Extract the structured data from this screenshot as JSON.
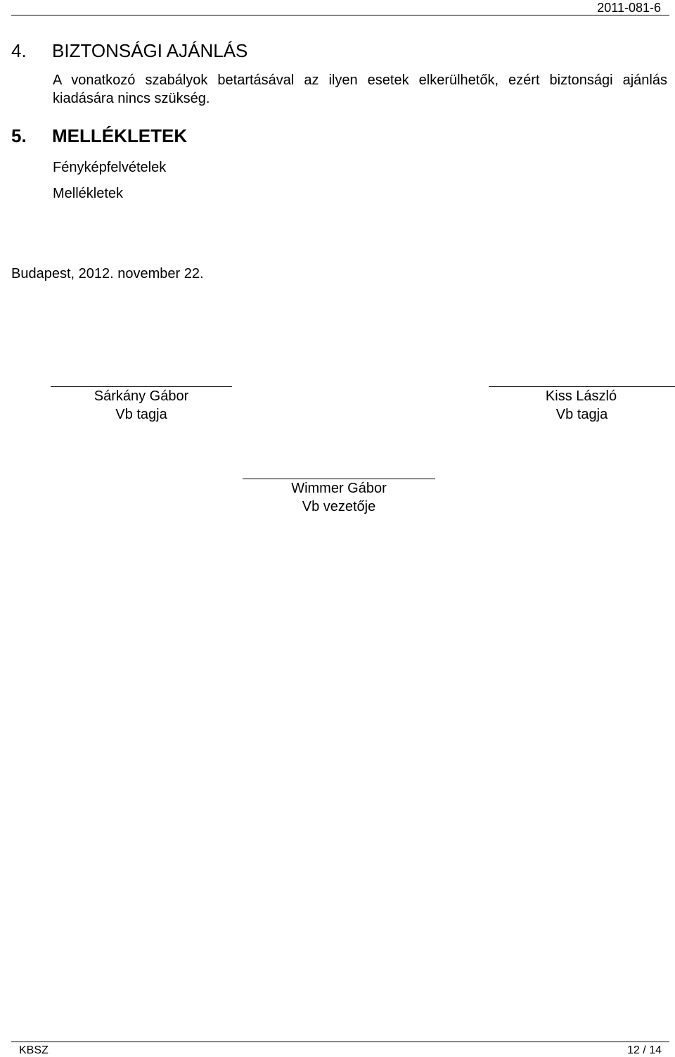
{
  "header": {
    "reference": "2011-081-6"
  },
  "section4": {
    "number": "4.",
    "title": "BIZTONSÁGI AJÁNLÁS",
    "text": "A vonatkozó szabályok betartásával az ilyen esetek elkerülhetők, ezért biztonsági ajánlás kiadására nincs szükség."
  },
  "section5": {
    "number": "5.",
    "title": "MELLÉKLETEK",
    "items": [
      "Fényképfelvételek",
      "Mellékletek"
    ]
  },
  "place_date": "Budapest, 2012. november 22.",
  "signatures": [
    {
      "name": "Sárkány Gábor",
      "role": "Vb tagja"
    },
    {
      "name": "Kiss László",
      "role": "Vb tagja"
    },
    {
      "name": "Wimmer Gábor",
      "role": "Vb vezetője"
    }
  ],
  "footer": {
    "organization": "KBSZ",
    "page": "12 / 14"
  }
}
